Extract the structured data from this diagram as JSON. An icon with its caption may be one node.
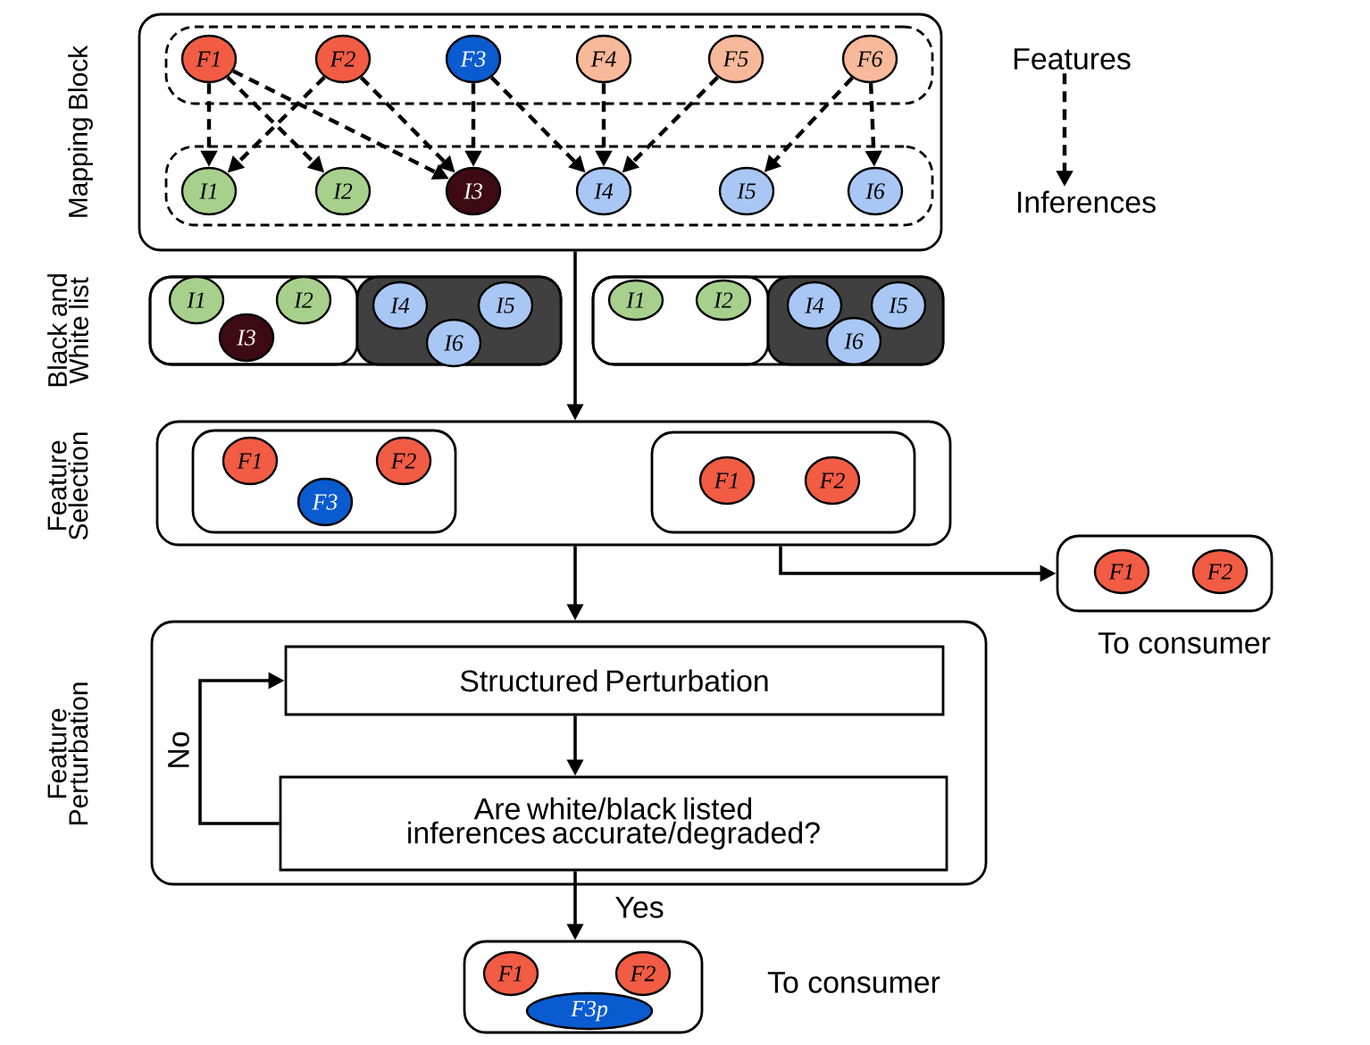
{
  "diagram": {
    "nodes": [
      {
        "text": [
          "Mapping Block"
        ]
      },
      {
        "text": [],
        "shape": "box",
        "in": 0
      },
      {
        "text": [],
        "shape": "box",
        "in": 0
      },
      {
        "text": [
          "F1"
        ],
        "in": 1
      },
      {
        "text": [
          "F2"
        ],
        "in": 1
      },
      {
        "text": [
          "F3"
        ],
        "in": 1
      },
      {
        "text": [
          "F4"
        ],
        "in": 1
      },
      {
        "text": [
          "F5"
        ],
        "in": 1
      },
      {
        "text": [
          "F6"
        ],
        "in": 1
      },
      {
        "text": [
          "I1"
        ],
        "in": 2
      },
      {
        "text": [
          "I2"
        ],
        "in": 2
      },
      {
        "text": [
          "I3"
        ],
        "in": 2
      },
      {
        "text": [
          "I4"
        ],
        "in": 2
      },
      {
        "text": [
          "I5"
        ],
        "in": 2
      },
      {
        "text": [
          "I6"
        ],
        "in": 2
      },
      {
        "text": [
          "Features"
        ]
      },
      {
        "text": [
          "Inferences"
        ]
      },
      {
        "text": [],
        "shape": "box"
      },
      {
        "text": [],
        "shape": "box",
        "in": 17
      },
      {
        "text": [],
        "shape": "box",
        "in": 17
      },
      {
        "text": [
          "I1"
        ],
        "in": 18
      },
      {
        "text": [
          "I2"
        ],
        "in": 18
      },
      {
        "text": [
          "I3"
        ],
        "in": 18
      },
      {
        "text": [
          "I4"
        ],
        "in": 19
      },
      {
        "text": [
          "I5"
        ],
        "in": 19
      },
      {
        "text": [
          "I6"
        ],
        "in": 19
      },
      {
        "text": [],
        "shape": "box"
      },
      {
        "text": [],
        "shape": "box",
        "in": 26
      },
      {
        "text": [],
        "shape": "box",
        "in": 26
      },
      {
        "text": [
          "I1"
        ],
        "in": 27
      },
      {
        "text": [
          "I2"
        ],
        "in": 27
      },
      {
        "text": [
          "I4"
        ],
        "in": 28
      },
      {
        "text": [
          "I5"
        ],
        "in": 28
      },
      {
        "text": [
          "I6"
        ],
        "in": 28
      },
      {
        "text": [
          "Feature Selection"
        ]
      },
      {
        "text": [],
        "shape": "box",
        "in": 34
      },
      {
        "text": [
          "F1"
        ],
        "in": 35
      },
      {
        "text": [
          "F2"
        ],
        "in": 35
      },
      {
        "text": [
          "F3"
        ],
        "in": 35
      },
      {
        "text": [],
        "shape": "box",
        "in": 34
      },
      {
        "text": [
          "F1"
        ],
        "in": 39
      },
      {
        "text": [
          "F2"
        ],
        "in": 39
      },
      {
        "text": [],
        "shape": "box",
        "beside": [
          "To consumer"
        ]
      },
      {
        "text": [
          "F1"
        ],
        "in": 42
      },
      {
        "text": [
          "F2"
        ],
        "in": 42
      },
      {
        "text": [
          "Feature Perturbation"
        ]
      },
      {
        "text": [
          "Structured Perturbation"
        ],
        "in": 45
      },
      {
        "text": [
          "Are white/black listed inferences accurate/degraded?"
        ],
        "in": 45
      },
      {
        "text": [],
        "shape": "box",
        "beside": [
          "To consumer"
        ]
      },
      {
        "text": [
          "F1"
        ],
        "in": 48
      },
      {
        "text": [
          "F2"
        ],
        "in": 48
      },
      {
        "text": [
          "F3p"
        ],
        "in": 48
      }
    ],
    "edges": [
      {
        "from": 3,
        "to": 9,
        "arrow": "to",
        "style": "dashed"
      },
      {
        "from": 3,
        "to": 10,
        "arrow": "to",
        "style": "dashed"
      },
      {
        "from": 3,
        "to": 11,
        "arrow": "to",
        "style": "dashed"
      },
      {
        "from": 4,
        "to": 9,
        "arrow": "to",
        "style": "dashed"
      },
      {
        "from": 4,
        "to": 11,
        "arrow": "to",
        "style": "dashed"
      },
      {
        "from": 5,
        "to": 11,
        "arrow": "to",
        "style": "dashed"
      },
      {
        "from": 5,
        "to": 12,
        "arrow": "to",
        "style": "dashed"
      },
      {
        "from": 6,
        "to": 12,
        "arrow": "to",
        "style": "dashed"
      },
      {
        "from": 7,
        "to": 12,
        "arrow": "to",
        "style": "dashed"
      },
      {
        "from": 8,
        "to": 13,
        "arrow": "to",
        "style": "dashed"
      },
      {
        "from": 8,
        "to": 14,
        "arrow": "to",
        "style": "dashed"
      },
      {
        "from": 15,
        "to": 16,
        "arrow": "to",
        "style": "dashed"
      },
      {
        "from": 0,
        "to": 34,
        "arrow": "to"
      },
      {
        "from": 34,
        "to": 45,
        "arrow": "to"
      },
      {
        "from": 34,
        "to": 42,
        "arrow": "to"
      },
      {
        "from": 46,
        "to": 47,
        "arrow": "to"
      },
      {
        "from": 47,
        "to": 46,
        "arrow": "to",
        "label": "No"
      },
      {
        "from": 47,
        "to": 48,
        "arrow": "to",
        "label": "Yes"
      }
    ],
    "labels": [
      "Black and White list"
    ]
  }
}
